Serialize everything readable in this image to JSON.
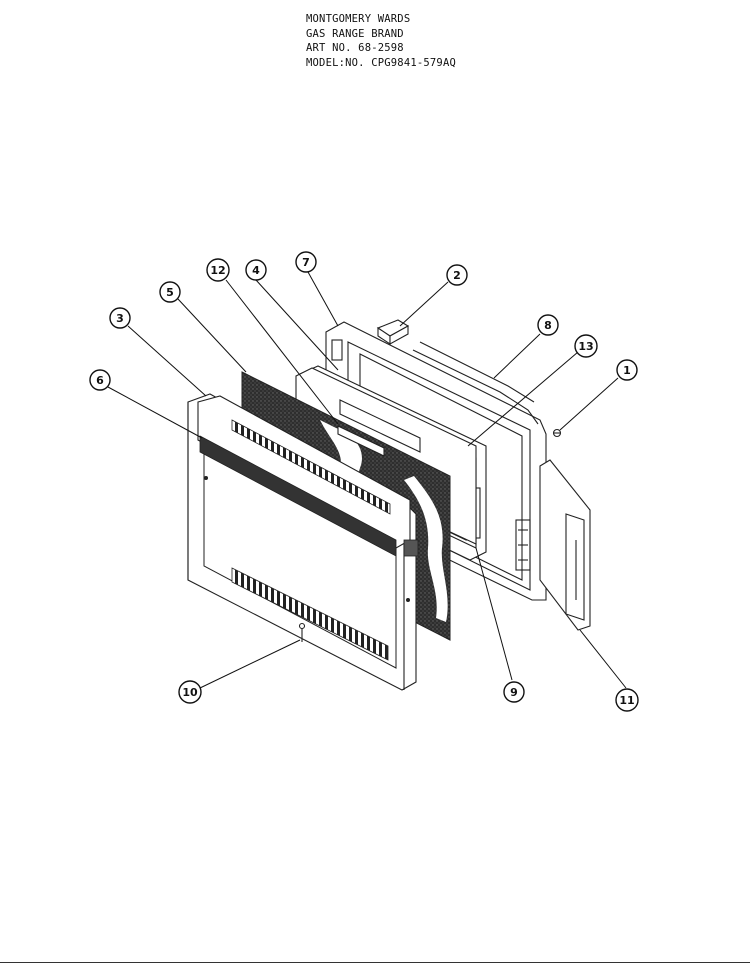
{
  "header": {
    "line1": "MONTGOMERY WARDS",
    "line2": "GAS RANGE BRAND",
    "line3": "ART NO. 68-2598",
    "line4": "MODEL:NO. CPG9841-579AQ"
  },
  "callouts": [
    {
      "id": "1",
      "label": "1"
    },
    {
      "id": "2",
      "label": "2"
    },
    {
      "id": "3",
      "label": "3"
    },
    {
      "id": "4",
      "label": "4"
    },
    {
      "id": "5",
      "label": "5"
    },
    {
      "id": "6",
      "label": "6"
    },
    {
      "id": "7",
      "label": "7"
    },
    {
      "id": "8",
      "label": "8"
    },
    {
      "id": "9",
      "label": "9"
    },
    {
      "id": "10",
      "label": "10"
    },
    {
      "id": "11",
      "label": "11"
    },
    {
      "id": "12",
      "label": "12"
    },
    {
      "id": "13",
      "label": "13"
    }
  ],
  "colors": {
    "ink": "#111111",
    "glass_pattern": "#3a3a3a",
    "background": "#ffffff"
  }
}
